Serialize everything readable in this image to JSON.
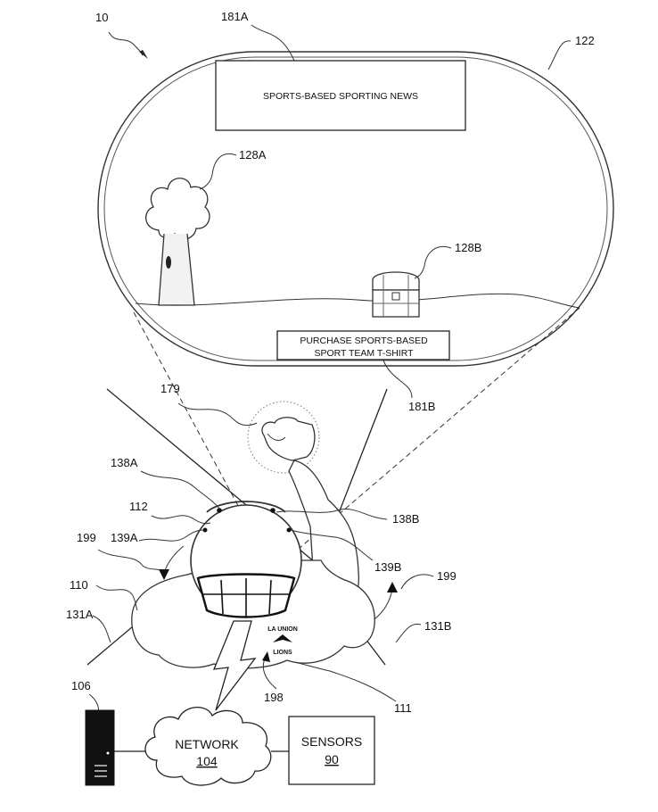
{
  "figure_ref": "10",
  "display": {
    "ref": "122",
    "banner_top": {
      "ref": "181A",
      "text": "SPORTS-BASED SPORTING NEWS"
    },
    "banner_bottom": {
      "ref": "181B",
      "line1": "PURCHASE SPORTS-BASED",
      "line2": "SPORT TEAM T-SHIRT"
    },
    "tree_ref": "128A",
    "chest_ref": "128B"
  },
  "user": {
    "gesture_ref": "179",
    "headset_ref": "112",
    "sensor_left_ref": "138A",
    "sensor_right_ref": "138B",
    "motion_left_ref": "139A",
    "motion_right_ref": "139B",
    "rotation_left_ref": "199",
    "rotation_right_ref": "199",
    "user_ref": "110",
    "fov_left_ref": "131A",
    "fov_right_ref": "131B",
    "shirt_ref": "111",
    "logo_ref": "198",
    "logo_line1": "LA UNION",
    "logo_line2": "LIONS"
  },
  "network": {
    "device_ref": "106",
    "label": "NETWORK",
    "ref": "104"
  },
  "sensors": {
    "label": "SENSORS",
    "ref": "90"
  }
}
